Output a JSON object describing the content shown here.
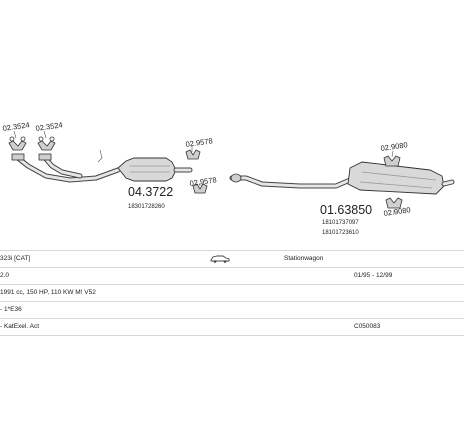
{
  "diagram": {
    "parts": [
      {
        "code": "02.3524"
      },
      {
        "code": "02.3524"
      },
      {
        "code": "04.3722",
        "oem": "18301728260"
      },
      {
        "code": "02.9578"
      },
      {
        "code": "02.9578"
      },
      {
        "code": "01.63850",
        "oem": [
          "18101737097",
          "18101723610"
        ]
      },
      {
        "code": "02.9080"
      },
      {
        "code": "02.9080"
      }
    ]
  },
  "info": {
    "vehicle": "323i [CAT]",
    "body_type": "Stationwagon",
    "engine": "2.0",
    "years": "01/95 - 12/99",
    "spec": "1991 cc, 150 HP, 110 KW M! V52",
    "chassis": "- 1*E36",
    "remark": "- KatExel. Act",
    "ref": "C050083"
  }
}
